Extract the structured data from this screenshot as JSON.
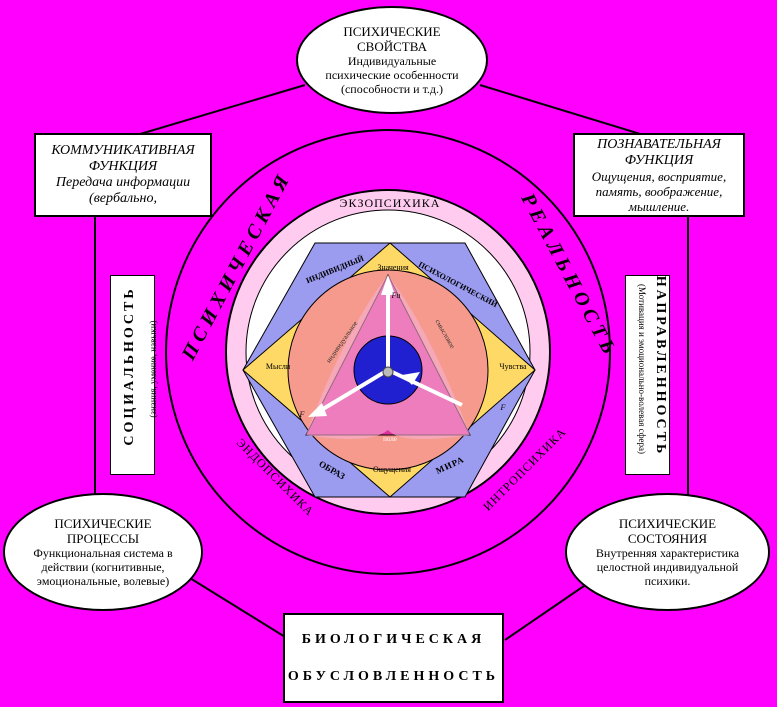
{
  "psych_properties": {
    "title": "ПСИХИЧЕСКИЕ СВОЙСТВА",
    "line1": "Индивидуальные",
    "line2": "психические особенности",
    "line3": "(способности и т.д.)"
  },
  "communicative": {
    "title1": "КОММУНИКАТИВНАЯ",
    "title2": "ФУНКЦИЯ",
    "line1": "Передача информации",
    "line2": "(вербально,"
  },
  "cognitive": {
    "title1": "ПОЗНАВАТЕЛЬНАЯ",
    "title2": "ФУНКЦИЯ",
    "line1": "Ощущения, восприятие,",
    "line2": "память, воображение,",
    "line3": "мышление."
  },
  "sociality": {
    "title": "СОЦИАЛЬНОСТЬ",
    "sub": "(знания, умение, навыки)"
  },
  "direction": {
    "title": "НАПРАВЛЕННОСТЬ",
    "sub": "(Мотивация и эмоционально-волевая сфера)"
  },
  "processes": {
    "title1": "ПСИХИЧЕСКИЕ",
    "title2": "ПРОЦЕССЫ",
    "line1": "Функциональная система в",
    "line2": "действии (когнитивные,",
    "line3": "эмоциональные, волевые)"
  },
  "states": {
    "title1": "ПСИХИЧЕСКИЕ",
    "title2": "СОСТОЯНИЯ",
    "line1": "Внутренняя характеристика",
    "line2": "целостной индивидуальной",
    "line3": "психики."
  },
  "biological": {
    "line1": "БИОЛОГИЧЕСКАЯ",
    "line2": "ОБУСЛОВЛЕННОСТЬ"
  },
  "ring": {
    "psychic": "ПСИХИЧЕСКАЯ",
    "reality": "РЕАЛЬНОСТЬ",
    "exo": "ЭКЗОПСИХИКА",
    "endo": "ЭНДОПСИХИКА",
    "intro": "ИНТРОПСИХИКА"
  },
  "inner": {
    "individual": "ИНДИВИДНЫЙ",
    "psychological": "ПСИХОЛОГИЧЕСКИЙ",
    "image": "ОБРАЗ",
    "world": "МИРА",
    "meanings": "Значения",
    "thought": "Мысли",
    "feelings": "Чувства",
    "sensations": "Ощущения",
    "field": "поле",
    "fu": "Fu",
    "f_left": "F",
    "f_right": "F",
    "arc_left": "индивидуальное",
    "arc_right": "смысловое"
  },
  "colors": {
    "background": "#ff00ff",
    "outer_disc": "#ff00ff",
    "pink_ring": "#ffccf0",
    "white_disc": "#ffffff",
    "hexagon": "#9b9bf0",
    "diamond": "#ffd966",
    "salmon": "#f59a8c",
    "magenta_tri": "#e0309c",
    "blue_core": "#2020d0"
  }
}
